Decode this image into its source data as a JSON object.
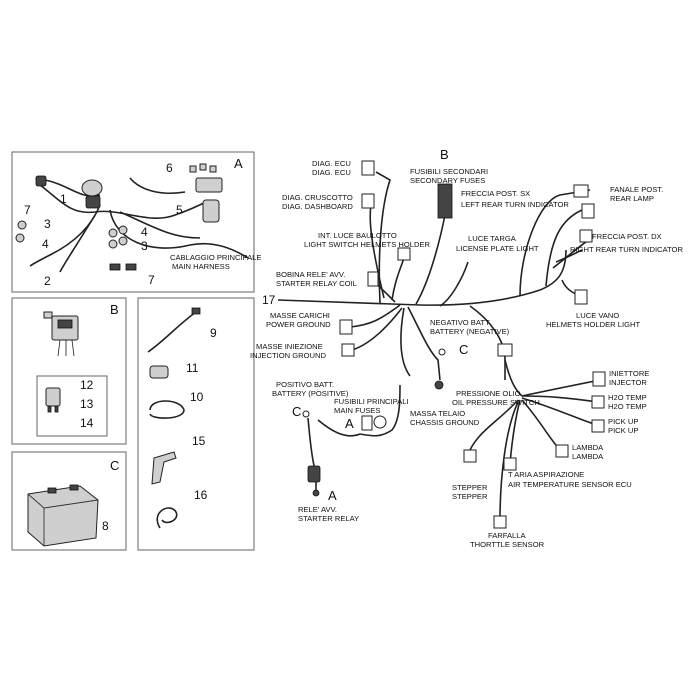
{
  "panels": {
    "a": {
      "letter": "A",
      "numbers": [
        "1",
        "2",
        "3",
        "3",
        "4",
        "4",
        "5",
        "6",
        "7",
        "7"
      ],
      "harness_label_it": "CABLAGGIO PRINCIPALE",
      "harness_label_en": "MAIN HARNESS"
    },
    "b": {
      "letter": "B",
      "numbers": [
        "12",
        "13",
        "14"
      ]
    },
    "c": {
      "letter": "C",
      "number": "8"
    },
    "right": {
      "numbers": [
        "9",
        "11",
        "10",
        "15",
        "16"
      ]
    }
  },
  "diagram": {
    "main_number": "17",
    "letter_b": "B",
    "letter_a_fuses": "A",
    "letter_a_relay": "A",
    "letter_c_neg": "C",
    "letter_c_pos": "C",
    "labels": {
      "diag_ecu": [
        "DIAG. ECU",
        "DIAG. ECU"
      ],
      "diag_dash": [
        "DIAG. CRUSCOTTO",
        "DIAG. DASHBOARD"
      ],
      "fuses_secondary": [
        "FUSIBILI SECONDARI",
        "SECONDARY FUSES"
      ],
      "left_turn": [
        "FRECCIA POST. SX",
        "LEFT REAR TURN INDICATOR"
      ],
      "rear_lamp": [
        "FANALE POST.",
        "REAR LAMP"
      ],
      "helmet_switch": [
        "INT. LUCE BAULOTTO",
        "LIGHT SWITCH HELMETS HOLDER"
      ],
      "license_light": [
        "LUCE TARGA",
        "LICENSE PLATE LIGHT"
      ],
      "right_turn": [
        "FRECCIA POST. DX",
        "RIGHT REAR TURN INDICATOR"
      ],
      "starter_coil": [
        "BOBINA RELE' AVV.",
        "STARTER RELAY COIL"
      ],
      "power_ground": [
        "MASSE CARICHI",
        "POWER GROUND"
      ],
      "helmet_light": [
        "LUCE VANO",
        "HELMETS HOLDER LIGHT"
      ],
      "batt_neg": [
        "NEGATIVO BATT.",
        "BATTERY (NEGATIVE)"
      ],
      "injection_ground": [
        "MASSE INIEZIONE",
        "INJECTION GROUND"
      ],
      "batt_pos": [
        "POSITIVO BATT.",
        "BATTERY (POSITIVE)"
      ],
      "main_fuses": [
        "FUSIBILI PRINCIPALI",
        "MAIN FUSES"
      ],
      "oil_pressure": [
        "PRESSIONE OLIO",
        "OIL PRESSURE SWITCH"
      ],
      "injector": [
        "INIETTORE",
        "INJECTOR"
      ],
      "h2o_temp": [
        "H2O TEMP",
        "H2O TEMP"
      ],
      "chassis_ground": [
        "MASSA TELAIO",
        "CHASSIS GROUND"
      ],
      "pickup": [
        "PICK UP",
        "PICK UP"
      ],
      "lambda": [
        "LAMBDA",
        "LAMBDA"
      ],
      "stepper": [
        "STEPPER",
        "STEPPER"
      ],
      "air_temp": [
        "T ARIA ASPIRAZIONE",
        "AIR TEMPERATURE SENSOR ECU"
      ],
      "starter_relay": [
        "RELE' AVV.",
        "STARTER RELAY"
      ],
      "throttle": [
        "FARFALLA",
        "THORTTLE SENSOR"
      ]
    }
  }
}
